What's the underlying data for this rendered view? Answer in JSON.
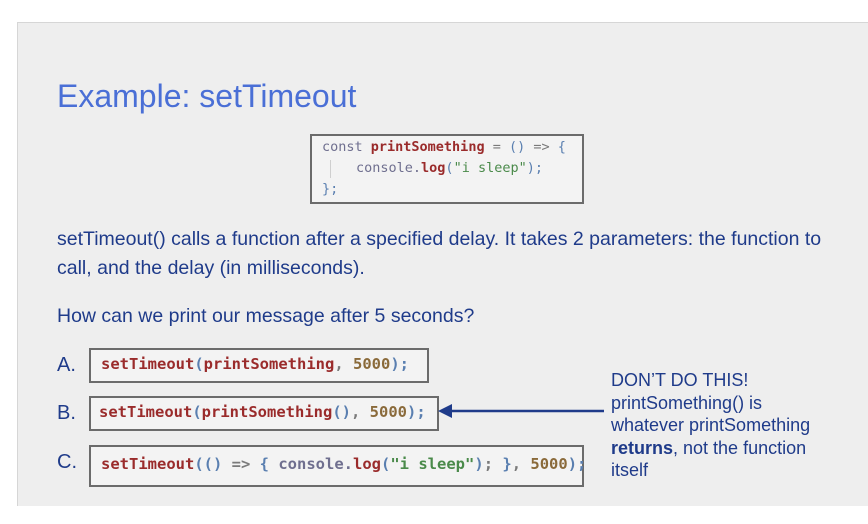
{
  "slide": {
    "title": "Example: setTimeout",
    "code_definition": {
      "line1": {
        "kw": "const",
        "fn": "printSomething",
        "op": " = ",
        "paren": "()",
        "arrow": " => ",
        "brace": "{"
      },
      "line2": {
        "obj": "console.",
        "fn": "log",
        "open": "(",
        "str": "\"i sleep\"",
        "close": ");"
      },
      "line3": {
        "close": "};"
      }
    },
    "description": "setTimeout() calls a function after a specified delay. It takes 2 parameters: the function to call, and the delay (in milliseconds).",
    "question": "How can we print our message after 5 seconds?",
    "options": [
      {
        "letter": "A.",
        "parts": {
          "fn": "setTimeout",
          "open": "(",
          "arg": "printSomething",
          "comma": ", ",
          "num": "5000",
          "close": ");"
        }
      },
      {
        "letter": "B.",
        "parts": {
          "fn": "setTimeout",
          "open": "(",
          "arg": "printSomething",
          "call": "()",
          "comma": ", ",
          "num": "5000",
          "close": ");"
        }
      },
      {
        "letter": "C.",
        "parts": {
          "fn": "setTimeout",
          "open": "((",
          "paren2": ")",
          "arrow": " => ",
          "brace_open": "{ ",
          "obj": "console.",
          "log": "log",
          "lp": "(",
          "str": "\"i sleep\"",
          "rp": ")",
          "semi": "; ",
          "brace_close": "}",
          "comma": ", ",
          "num": "5000",
          "close": ");"
        }
      }
    ],
    "annotation": {
      "line1": "DON’T DO THIS!",
      "line2": "printSomething() is",
      "line3": "whatever printSomething",
      "bold": "returns",
      "line4_rest": ", not the function",
      "line5": "itself"
    },
    "colors": {
      "title": "#4a6fd6",
      "text": "#1f3b8a",
      "arrow": "#1f3b8a"
    }
  }
}
